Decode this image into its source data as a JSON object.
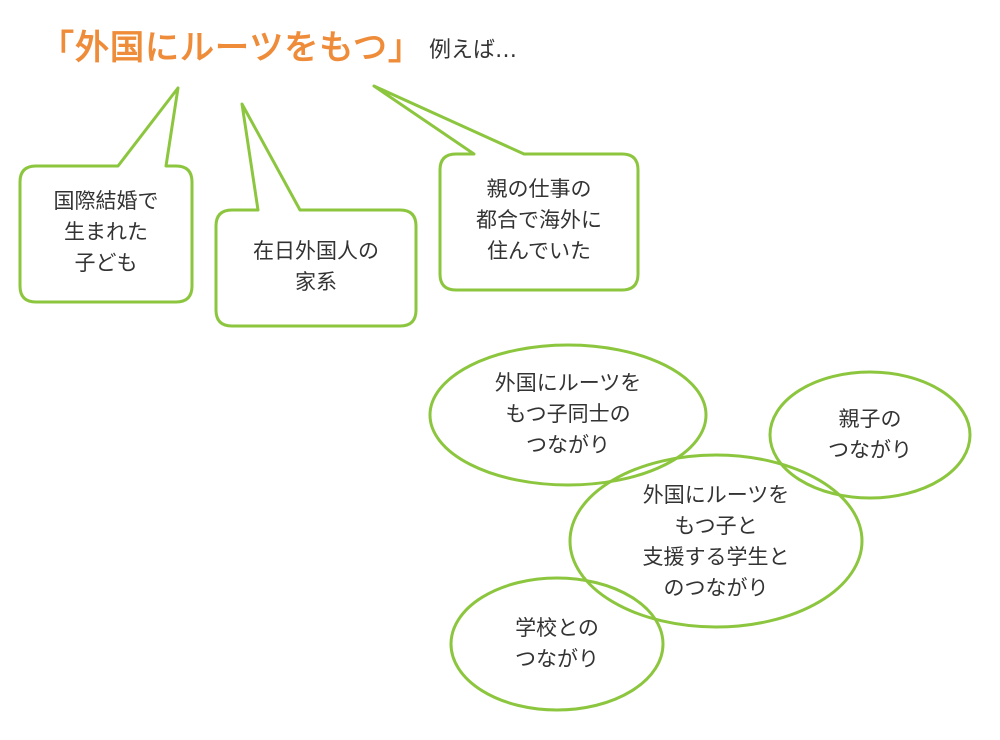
{
  "headline": {
    "main": "「外国にルーツをもつ」",
    "sub": "例えば…"
  },
  "callouts": [
    {
      "lines": [
        "国際結婚で",
        "生まれた",
        "子ども"
      ]
    },
    {
      "lines": [
        "在日外国人の",
        "家系"
      ]
    },
    {
      "lines": [
        "親の仕事の",
        "都合で海外に",
        "住んでいた"
      ]
    }
  ],
  "circles": [
    {
      "lines": [
        "外国にルーツを",
        "もつ子同士の",
        "つながり"
      ]
    },
    {
      "lines": [
        "親子の",
        "つながり"
      ]
    },
    {
      "lines": [
        "外国にルーツを",
        "もつ子と",
        "支援する学生と",
        "のつながり"
      ]
    },
    {
      "lines": [
        "学校との",
        "つながり"
      ]
    }
  ],
  "colors": {
    "accent_orange": "#ee8c3a",
    "outline_green": "#8cc63f",
    "text": "#333333"
  }
}
